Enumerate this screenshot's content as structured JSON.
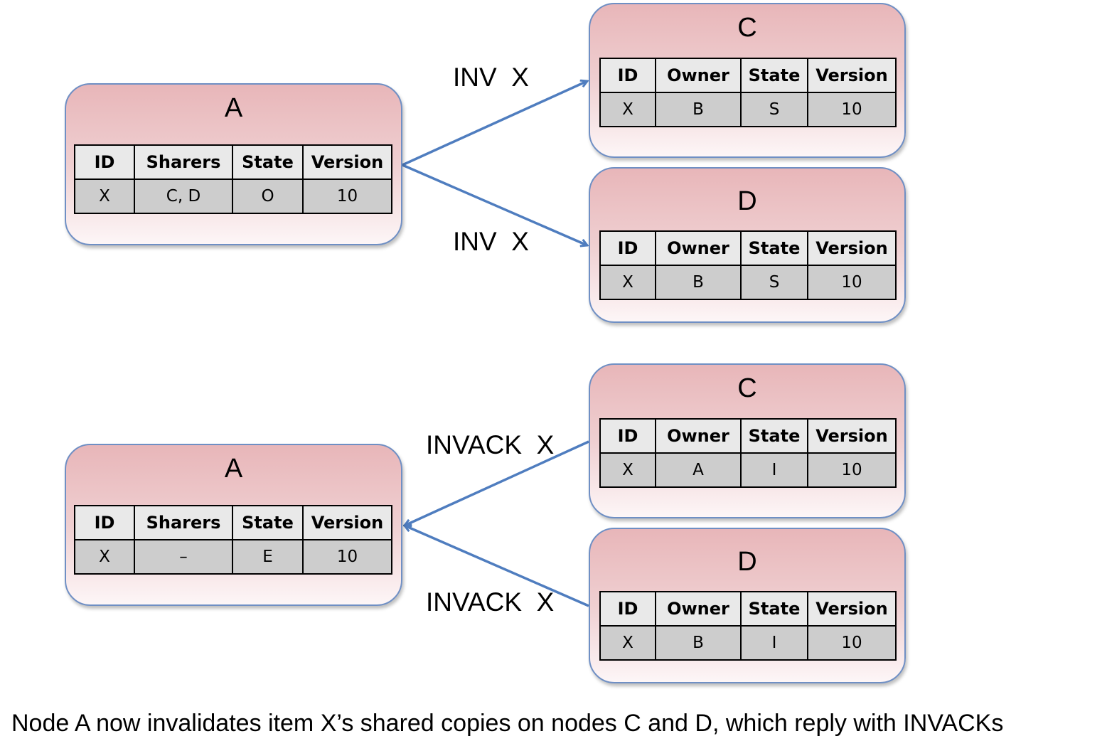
{
  "nodes": {
    "a_top": {
      "title": "A",
      "headers": [
        "ID",
        "Sharers",
        "State",
        "Version"
      ],
      "row": [
        "X",
        "C, D",
        "O",
        "10"
      ]
    },
    "c_top": {
      "title": "C",
      "headers": [
        "ID",
        "Owner",
        "State",
        "Version"
      ],
      "row": [
        "X",
        "B",
        "S",
        "10"
      ]
    },
    "d_top": {
      "title": "D",
      "headers": [
        "ID",
        "Owner",
        "State",
        "Version"
      ],
      "row": [
        "X",
        "B",
        "S",
        "10"
      ]
    },
    "a_bottom": {
      "title": "A",
      "headers": [
        "ID",
        "Sharers",
        "State",
        "Version"
      ],
      "row": [
        "X",
        "–",
        "E",
        "10"
      ]
    },
    "c_bottom": {
      "title": "C",
      "headers": [
        "ID",
        "Owner",
        "State",
        "Version"
      ],
      "row": [
        "X",
        "A",
        "I",
        "10"
      ]
    },
    "d_bottom": {
      "title": "D",
      "headers": [
        "ID",
        "Owner",
        "State",
        "Version"
      ],
      "row": [
        "X",
        "B",
        "I",
        "10"
      ]
    }
  },
  "messages": {
    "inv_to_c": "INV  X",
    "inv_to_d": "INV  X",
    "invack_from_c": "INVACK  X",
    "invack_from_d": "INVACK  X"
  },
  "caption": "Node A now invalidates item X’s shared copies on nodes C and D, which reply with INVACKs",
  "colors": {
    "arrow": "#4f7dbf",
    "node_border": "#6f8fc4",
    "node_fill_top": "#e8b6b9",
    "header_fill": "#e9e9e9",
    "cell_fill": "#cdcdcd"
  }
}
